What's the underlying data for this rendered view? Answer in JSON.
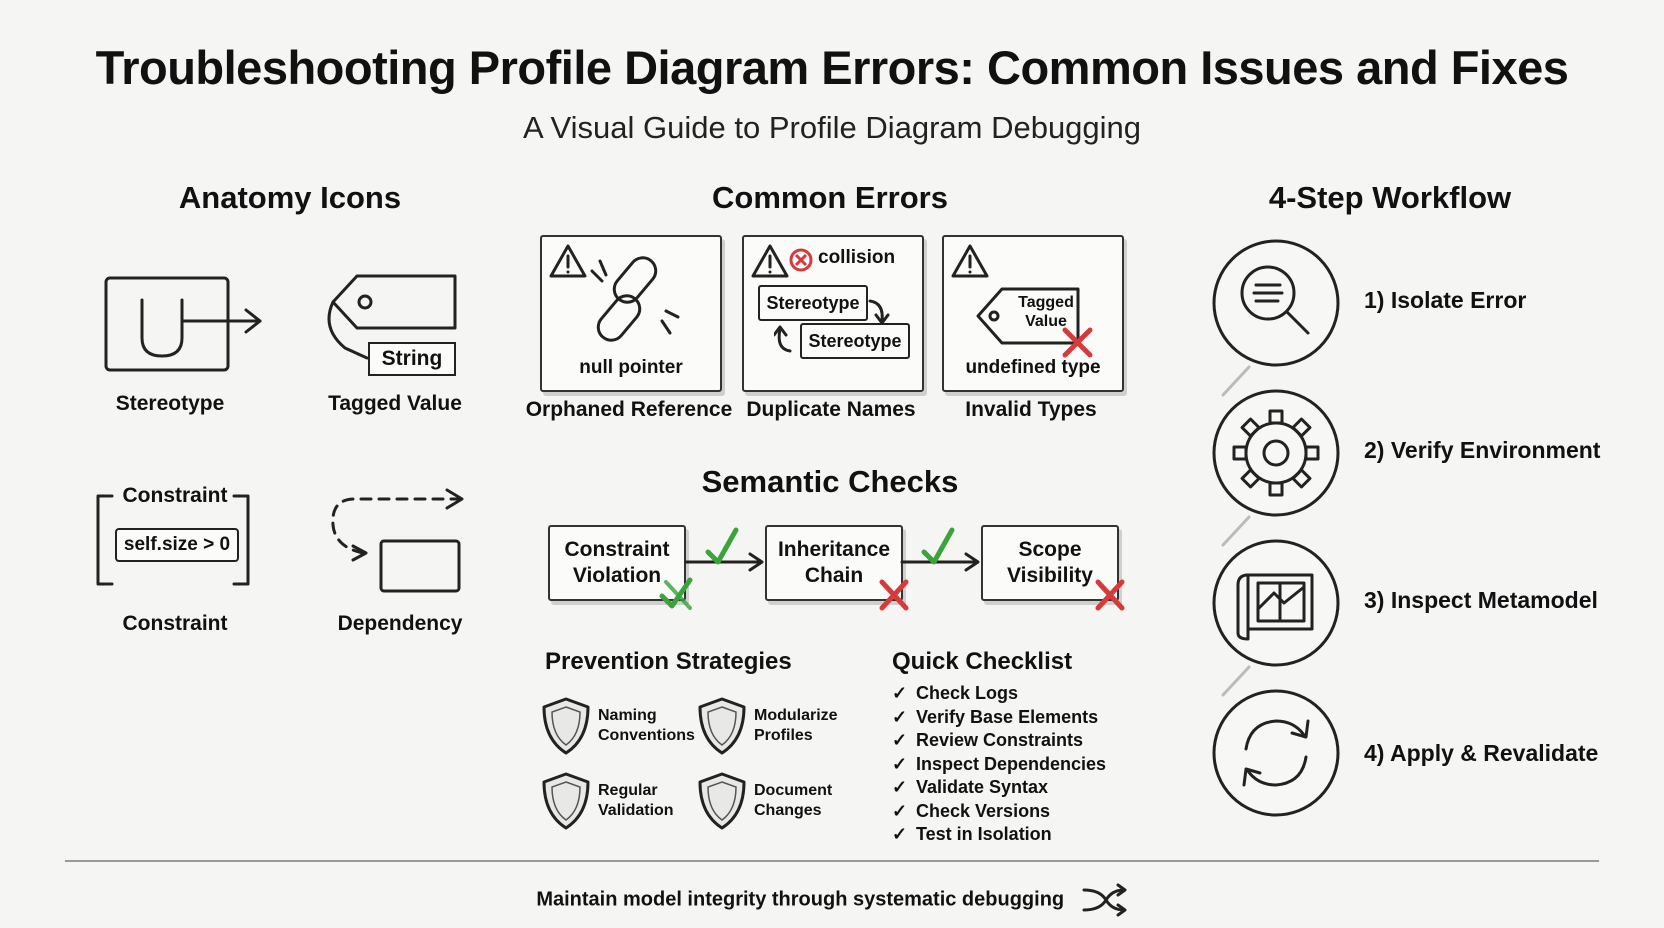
{
  "header": {
    "title": "Troubleshooting Profile Diagram Errors: Common Issues and Fixes",
    "subtitle": "A Visual Guide to Profile Diagram Debugging"
  },
  "anatomy": {
    "title": "Anatomy Icons",
    "stereotype_label": "Stereotype",
    "tagged_value_label": "Tagged Value",
    "tag_string": "String",
    "constraint_label": "Constraint",
    "constraint_box_title": "Constraint",
    "constraint_expr": "self.size > 0",
    "dependency_label": "Dependency"
  },
  "errors": {
    "title": "Common Errors",
    "items": [
      {
        "caption": "Orphaned Reference",
        "inner": "null pointer"
      },
      {
        "caption": "Duplicate Names",
        "inner_top": "collision",
        "box1": "Stereotype",
        "box2": "Stereotype"
      },
      {
        "caption": "Invalid Types",
        "tag": "Tagged Value",
        "inner": "undefined type"
      }
    ]
  },
  "semantic": {
    "title": "Semantic Checks",
    "steps": [
      {
        "label": "Constraint Violation"
      },
      {
        "label": "Inheritance Chain"
      },
      {
        "label": "Scope Visibility"
      }
    ]
  },
  "prevention": {
    "title": "Prevention Strategies",
    "items": [
      {
        "line1": "Naming",
        "line2": "Conventions"
      },
      {
        "line1": "Modularize",
        "line2": "Profiles"
      },
      {
        "line1": "Regular",
        "line2": "Validation"
      },
      {
        "line1": "Document",
        "line2": "Changes"
      }
    ]
  },
  "checklist": {
    "title": "Quick Checklist",
    "mark": "✓",
    "items": [
      "Check Logs",
      "Verify Base Elements",
      "Review Constraints",
      "Inspect Dependencies",
      "Validate Syntax",
      "Check Versions",
      "Test in Isolation"
    ]
  },
  "workflow": {
    "title": "4-Step Workflow",
    "steps": [
      {
        "label": "1) Isolate Error",
        "icon": "magnifier-icon"
      },
      {
        "label": "2) Verify Environment",
        "icon": "gear-icon"
      },
      {
        "label": "3) Inspect Metamodel",
        "icon": "blueprint-icon"
      },
      {
        "label": "4) Apply & Revalidate",
        "icon": "refresh-icon"
      }
    ]
  },
  "footer": {
    "text": "Maintain model integrity through systematic debugging"
  },
  "colors": {
    "error_red": "#d63a3a",
    "check_green": "#3aa33a",
    "ink": "#222222"
  }
}
